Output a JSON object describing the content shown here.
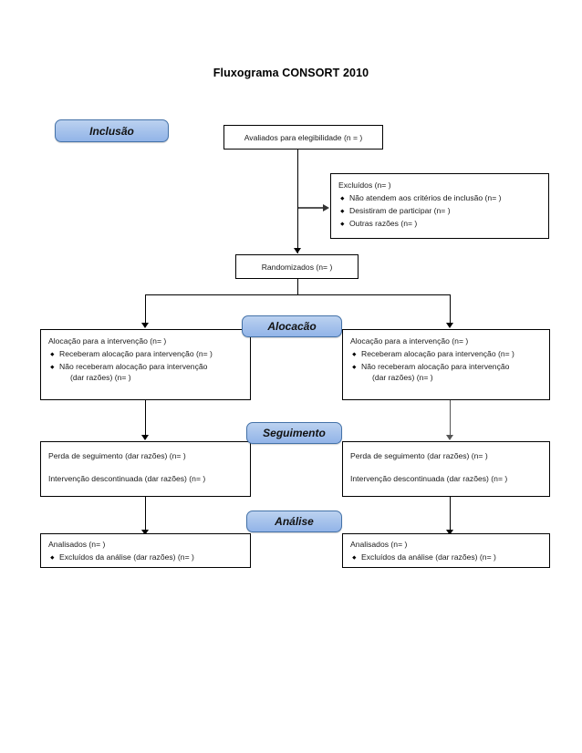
{
  "title": "Fluxograma CONSORT 2010",
  "stages": {
    "inclusion": "Inclusão",
    "allocation": "Alocacão",
    "followup": "Seguimento",
    "analysis": "Análise"
  },
  "enrollment": {
    "assessed": "Avaliados para elegibilidade (n = )",
    "excluded_heading": "Excluídos (n=  )",
    "excluded_items": [
      "Não atendem aos critérios de inclusão (n=  )",
      "Desistiram de participar  (n=  )",
      "Outras razões (n=  )"
    ],
    "randomized": "Randomizados (n=  )"
  },
  "allocation": {
    "left": {
      "heading": "Alocação para a intervenção (n=  )",
      "items": [
        {
          "text": "Receberam alocação para intervenção (n=  )",
          "cont": ""
        },
        {
          "text": "Não receberam alocação para intervenção",
          "cont": "(dar razões) (n=  )"
        }
      ]
    },
    "right": {
      "heading": "Alocação para a intervenção (n=  )",
      "items": [
        {
          "text": "Receberam alocação para intervenção (n=  )",
          "cont": ""
        },
        {
          "text": "Não receberam alocação para intervenção",
          "cont": "(dar razões) (n=  )"
        }
      ]
    }
  },
  "followup": {
    "left": {
      "line1": "Perda de seguimento (dar razões) (n=  )",
      "line2": "Intervenção descontinuada (dar razões) (n=  )"
    },
    "right": {
      "line1": "Perda de seguimento (dar razões) (n=  )",
      "line2": "Intervenção descontinuada (dar razões) (n=  )"
    }
  },
  "analysis": {
    "left": {
      "heading": "Analisados  (n=  )",
      "items": [
        "Excluídos da análise (dar razões) (n=  )"
      ]
    },
    "right": {
      "heading": "Analisados (n=  )",
      "items": [
        "Excluídos da análise (dar razões) (n=  )"
      ]
    }
  },
  "colors": {
    "stage_fill": "#a8c4ec",
    "stage_border": "#4472a8",
    "box_border": "#000000",
    "connector": "#000000"
  }
}
